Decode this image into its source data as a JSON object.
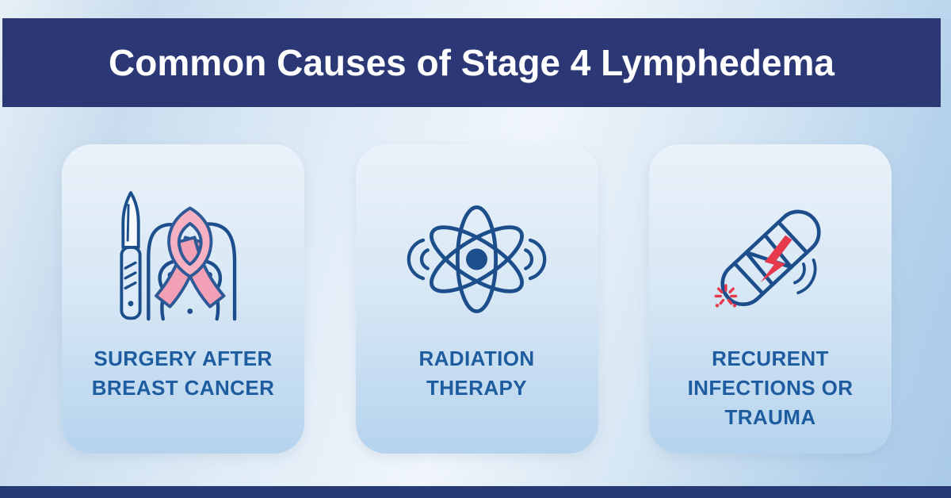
{
  "header": {
    "title": "Common Causes of Stage 4 Lymphedema"
  },
  "cards": [
    {
      "id": "surgery-after-breast-cancer",
      "label": "SURGERY AFTER\nBREAST CANCER",
      "icon": "scalpel-ribbon-torso-icon"
    },
    {
      "id": "radiation-therapy",
      "label": "RADIATION\nTHERAPY",
      "icon": "atom-radiation-icon"
    },
    {
      "id": "recurrent-infections-or-trauma",
      "label": "RECURENT\nINFECTIONS OR\nTRAUMA",
      "icon": "bandage-injury-icon"
    }
  ],
  "colors": {
    "banner_navy": "#2b3875",
    "footer_navy": "#273a76",
    "label_blue": "#1d5c9f",
    "icon_navy": "#1d4e8c",
    "accent_red": "#e6394b",
    "ribbon_stroke": "#2d5a96",
    "ribbon_loop_pink": "#f6b1c3",
    "ribbon_tail_pink": "#f2a0b6",
    "scalpel_blade": "#f6fafd",
    "scalpel_handle": "#dcebf7"
  }
}
